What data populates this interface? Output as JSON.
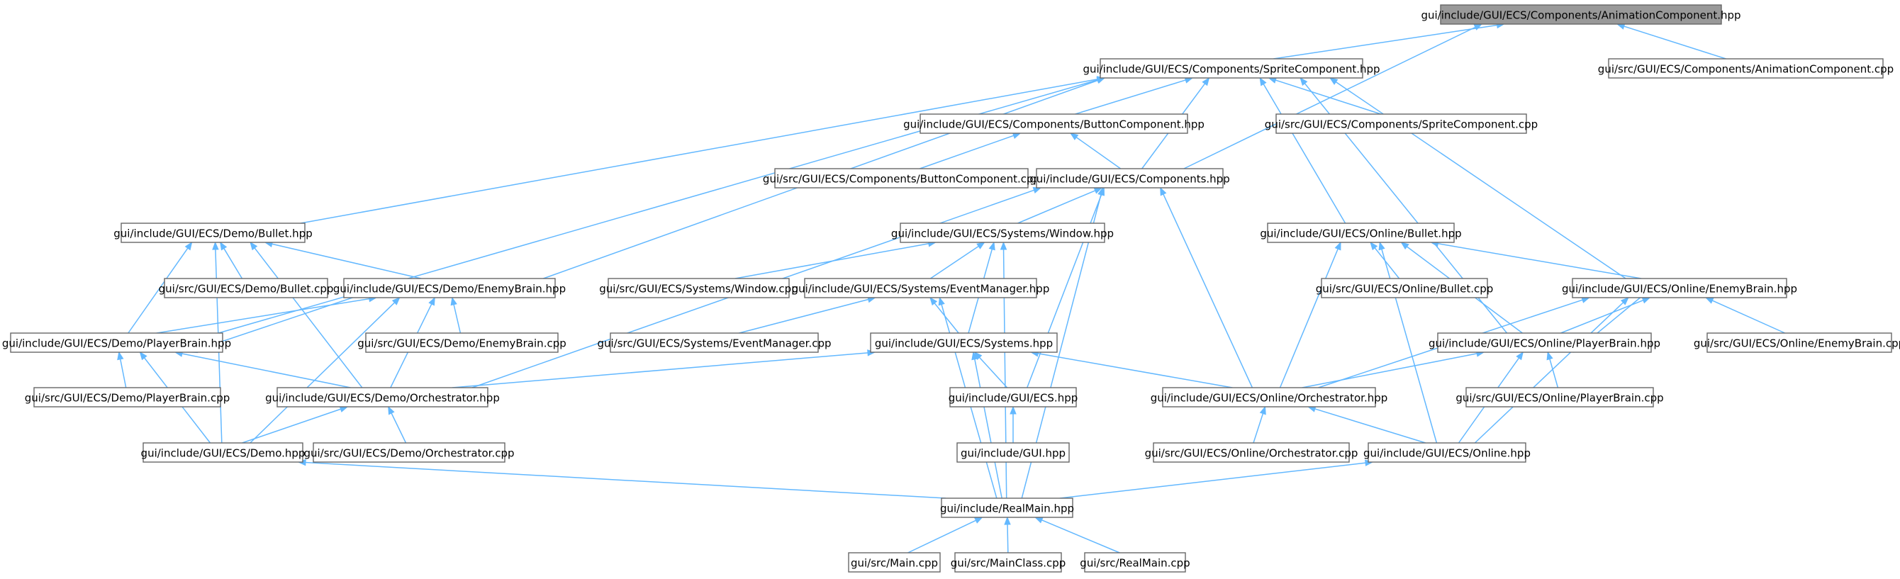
{
  "colors": {
    "edge": "#63b8ff",
    "node_border": "#666666",
    "root_fill": "#999999",
    "node_fill": "#ffffff"
  },
  "nodes": [
    {
      "id": "anim_hpp",
      "label": "gui/include/GUI/ECS/Components/AnimationComponent.hpp",
      "root": true
    },
    {
      "id": "sprite_hpp",
      "label": "gui/include/GUI/ECS/Components/SpriteComponent.hpp"
    },
    {
      "id": "anim_cpp",
      "label": "gui/src/GUI/ECS/Components/AnimationComponent.cpp"
    },
    {
      "id": "button_hpp",
      "label": "gui/include/GUI/ECS/Components/ButtonComponent.hpp"
    },
    {
      "id": "sprite_cpp",
      "label": "gui/src/GUI/ECS/Components/SpriteComponent.cpp"
    },
    {
      "id": "button_cpp",
      "label": "gui/src/GUI/ECS/Components/ButtonComponent.cpp"
    },
    {
      "id": "components_hpp",
      "label": "gui/include/GUI/ECS/Components.hpp"
    },
    {
      "id": "demo_bullet_hpp",
      "label": "gui/include/GUI/ECS/Demo/Bullet.hpp"
    },
    {
      "id": "window_hpp",
      "label": "gui/include/GUI/ECS/Systems/Window.hpp"
    },
    {
      "id": "online_bullet_hpp",
      "label": "gui/include/GUI/ECS/Online/Bullet.hpp"
    },
    {
      "id": "demo_bullet_cpp",
      "label": "gui/src/GUI/ECS/Demo/Bullet.cpp"
    },
    {
      "id": "demo_enemy_hpp",
      "label": "gui/include/GUI/ECS/Demo/EnemyBrain.hpp"
    },
    {
      "id": "window_cpp",
      "label": "gui/src/GUI/ECS/Systems/Window.cpp"
    },
    {
      "id": "eventmgr_hpp",
      "label": "gui/include/GUI/ECS/Systems/EventManager.hpp"
    },
    {
      "id": "online_bullet_cpp",
      "label": "gui/src/GUI/ECS/Online/Bullet.cpp"
    },
    {
      "id": "online_enemy_hpp",
      "label": "gui/include/GUI/ECS/Online/EnemyBrain.hpp"
    },
    {
      "id": "demo_player_hpp",
      "label": "gui/include/GUI/ECS/Demo/PlayerBrain.hpp"
    },
    {
      "id": "demo_enemy_cpp",
      "label": "gui/src/GUI/ECS/Demo/EnemyBrain.cpp"
    },
    {
      "id": "eventmgr_cpp",
      "label": "gui/src/GUI/ECS/Systems/EventManager.cpp"
    },
    {
      "id": "systems_hpp",
      "label": "gui/include/GUI/ECS/Systems.hpp"
    },
    {
      "id": "online_player_hpp",
      "label": "gui/include/GUI/ECS/Online/PlayerBrain.hpp"
    },
    {
      "id": "online_enemy_cpp",
      "label": "gui/src/GUI/ECS/Online/EnemyBrain.cpp"
    },
    {
      "id": "demo_player_cpp",
      "label": "gui/src/GUI/ECS/Demo/PlayerBrain.cpp"
    },
    {
      "id": "demo_orch_hpp",
      "label": "gui/include/GUI/ECS/Demo/Orchestrator.hpp"
    },
    {
      "id": "ecs_hpp",
      "label": "gui/include/GUI/ECS.hpp"
    },
    {
      "id": "online_orch_hpp",
      "label": "gui/include/GUI/ECS/Online/Orchestrator.hpp"
    },
    {
      "id": "online_player_cpp",
      "label": "gui/src/GUI/ECS/Online/PlayerBrain.cpp"
    },
    {
      "id": "demo_hpp",
      "label": "gui/include/GUI/ECS/Demo.hpp"
    },
    {
      "id": "demo_orch_cpp",
      "label": "gui/src/GUI/ECS/Demo/Orchestrator.cpp"
    },
    {
      "id": "gui_hpp",
      "label": "gui/include/GUI.hpp"
    },
    {
      "id": "online_orch_cpp",
      "label": "gui/src/GUI/ECS/Online/Orchestrator.cpp"
    },
    {
      "id": "online_hpp",
      "label": "gui/include/GUI/ECS/Online.hpp"
    },
    {
      "id": "realmain_hpp",
      "label": "gui/include/RealMain.hpp"
    },
    {
      "id": "main_cpp",
      "label": "gui/src/Main.cpp"
    },
    {
      "id": "mainclass_cpp",
      "label": "gui/src/MainClass.cpp"
    },
    {
      "id": "realmain_cpp",
      "label": "gui/src/RealMain.cpp"
    }
  ],
  "edges": [
    {
      "from": "sprite_hpp",
      "to": "anim_hpp"
    },
    {
      "from": "anim_cpp",
      "to": "anim_hpp"
    },
    {
      "from": "components_hpp",
      "to": "anim_hpp"
    },
    {
      "from": "button_hpp",
      "to": "sprite_hpp"
    },
    {
      "from": "sprite_cpp",
      "to": "sprite_hpp"
    },
    {
      "from": "components_hpp",
      "to": "sprite_hpp"
    },
    {
      "from": "demo_bullet_hpp",
      "to": "sprite_hpp"
    },
    {
      "from": "demo_enemy_hpp",
      "to": "sprite_hpp"
    },
    {
      "from": "demo_player_hpp",
      "to": "sprite_hpp"
    },
    {
      "from": "online_bullet_hpp",
      "to": "sprite_hpp"
    },
    {
      "from": "online_enemy_hpp",
      "to": "sprite_hpp"
    },
    {
      "from": "online_player_hpp",
      "to": "sprite_hpp"
    },
    {
      "from": "button_cpp",
      "to": "button_hpp"
    },
    {
      "from": "components_hpp",
      "to": "button_hpp"
    },
    {
      "from": "window_hpp",
      "to": "components_hpp"
    },
    {
      "from": "demo_orch_hpp",
      "to": "components_hpp"
    },
    {
      "from": "ecs_hpp",
      "to": "components_hpp"
    },
    {
      "from": "online_orch_hpp",
      "to": "components_hpp"
    },
    {
      "from": "realmain_hpp",
      "to": "components_hpp"
    },
    {
      "from": "demo_bullet_cpp",
      "to": "demo_bullet_hpp"
    },
    {
      "from": "demo_enemy_hpp",
      "to": "demo_bullet_hpp"
    },
    {
      "from": "demo_player_hpp",
      "to": "demo_bullet_hpp"
    },
    {
      "from": "demo_orch_hpp",
      "to": "demo_bullet_hpp"
    },
    {
      "from": "demo_hpp",
      "to": "demo_bullet_hpp"
    },
    {
      "from": "window_cpp",
      "to": "window_hpp"
    },
    {
      "from": "eventmgr_hpp",
      "to": "window_hpp"
    },
    {
      "from": "systems_hpp",
      "to": "window_hpp"
    },
    {
      "from": "realmain_hpp",
      "to": "window_hpp"
    },
    {
      "from": "online_bullet_cpp",
      "to": "online_bullet_hpp"
    },
    {
      "from": "online_enemy_hpp",
      "to": "online_bullet_hpp"
    },
    {
      "from": "online_player_hpp",
      "to": "online_bullet_hpp"
    },
    {
      "from": "online_orch_hpp",
      "to": "online_bullet_hpp"
    },
    {
      "from": "online_hpp",
      "to": "online_bullet_hpp"
    },
    {
      "from": "demo_enemy_cpp",
      "to": "demo_enemy_hpp"
    },
    {
      "from": "demo_player_hpp",
      "to": "demo_enemy_hpp"
    },
    {
      "from": "demo_orch_hpp",
      "to": "demo_enemy_hpp"
    },
    {
      "from": "demo_hpp",
      "to": "demo_enemy_hpp"
    },
    {
      "from": "demo_enemy_hpp",
      "to": "demo_player_hpp"
    },
    {
      "from": "eventmgr_cpp",
      "to": "eventmgr_hpp"
    },
    {
      "from": "systems_hpp",
      "to": "eventmgr_hpp"
    },
    {
      "from": "realmain_hpp",
      "to": "eventmgr_hpp"
    },
    {
      "from": "online_enemy_cpp",
      "to": "online_enemy_hpp"
    },
    {
      "from": "online_player_hpp",
      "to": "online_enemy_hpp"
    },
    {
      "from": "online_orch_hpp",
      "to": "online_enemy_hpp"
    },
    {
      "from": "online_hpp",
      "to": "online_enemy_hpp"
    },
    {
      "from": "online_enemy_hpp",
      "to": "online_player_hpp"
    },
    {
      "from": "demo_player_cpp",
      "to": "demo_player_hpp"
    },
    {
      "from": "demo_orch_hpp",
      "to": "demo_player_hpp"
    },
    {
      "from": "demo_hpp",
      "to": "demo_player_hpp"
    },
    {
      "from": "demo_orch_hpp",
      "to": "systems_hpp"
    },
    {
      "from": "ecs_hpp",
      "to": "systems_hpp"
    },
    {
      "from": "online_orch_hpp",
      "to": "systems_hpp"
    },
    {
      "from": "realmain_hpp",
      "to": "systems_hpp"
    },
    {
      "from": "online_player_cpp",
      "to": "online_player_hpp"
    },
    {
      "from": "online_orch_hpp",
      "to": "online_player_hpp"
    },
    {
      "from": "online_hpp",
      "to": "online_player_hpp"
    },
    {
      "from": "demo_hpp",
      "to": "demo_orch_hpp"
    },
    {
      "from": "demo_orch_cpp",
      "to": "demo_orch_hpp"
    },
    {
      "from": "gui_hpp",
      "to": "ecs_hpp"
    },
    {
      "from": "online_orch_cpp",
      "to": "online_orch_hpp"
    },
    {
      "from": "online_hpp",
      "to": "online_orch_hpp"
    },
    {
      "from": "realmain_hpp",
      "to": "demo_hpp"
    },
    {
      "from": "realmain_hpp",
      "to": "online_hpp"
    },
    {
      "from": "main_cpp",
      "to": "realmain_hpp"
    },
    {
      "from": "mainclass_cpp",
      "to": "realmain_hpp"
    },
    {
      "from": "realmain_cpp",
      "to": "realmain_hpp"
    }
  ]
}
